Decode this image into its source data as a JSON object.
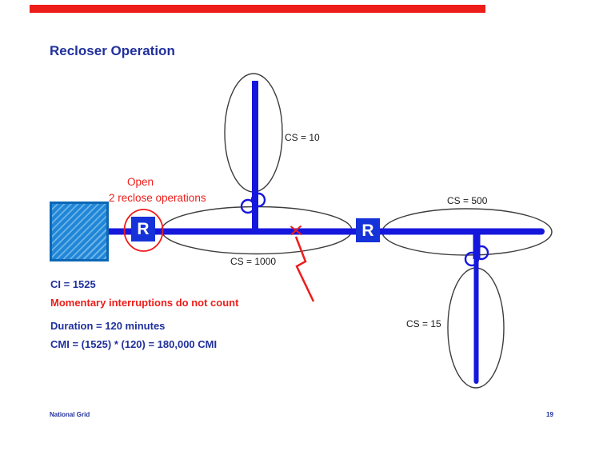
{
  "slide": {
    "title": "Recloser Operation",
    "footer_brand": "National Grid",
    "page_number": "19"
  },
  "colors": {
    "accent-red": "#ed1d1a",
    "navy": "#20309c",
    "line-blue": "#1617dd",
    "box-blue": "#1632d9",
    "square-fill": "#2186d8",
    "square-hatch": "#6cb4e6",
    "square-border": "#0d67b5",
    "ellipse-stroke": "#3d3d3d",
    "label-black": "#1a1a1a"
  },
  "diagram": {
    "reclosers": [
      {
        "label": "R"
      },
      {
        "label": "R"
      }
    ],
    "open_annotation": {
      "line1": "Open",
      "line2": "2 reclose operations"
    },
    "section_labels": {
      "top": "CS = 10",
      "main": "CS = 1000",
      "right": "CS = 500",
      "bottom_right": "CS = 15"
    },
    "notes": {
      "ci": "CI = 1525",
      "momentary": "Momentary interruptions do not count",
      "duration": "Duration = 120 minutes",
      "cmi": "CMI = (1525) * (120) = 180,000 CMI"
    }
  }
}
